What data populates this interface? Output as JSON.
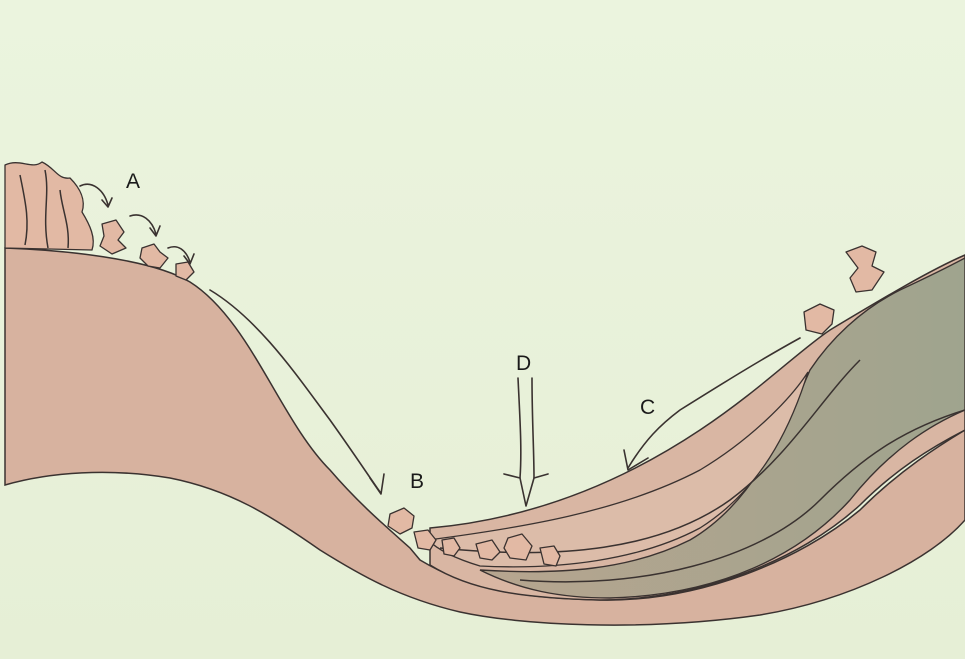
{
  "diagram": {
    "labels": {
      "a": "A",
      "b": "B",
      "c": "C",
      "d": "D"
    },
    "colors": {
      "paper": "#eaf3dc",
      "rock_layer": "#d7b19f",
      "dark_layer": "#a9a58f",
      "rock_fragment": "#e2b9a4",
      "ink": "#3a3230"
    }
  }
}
